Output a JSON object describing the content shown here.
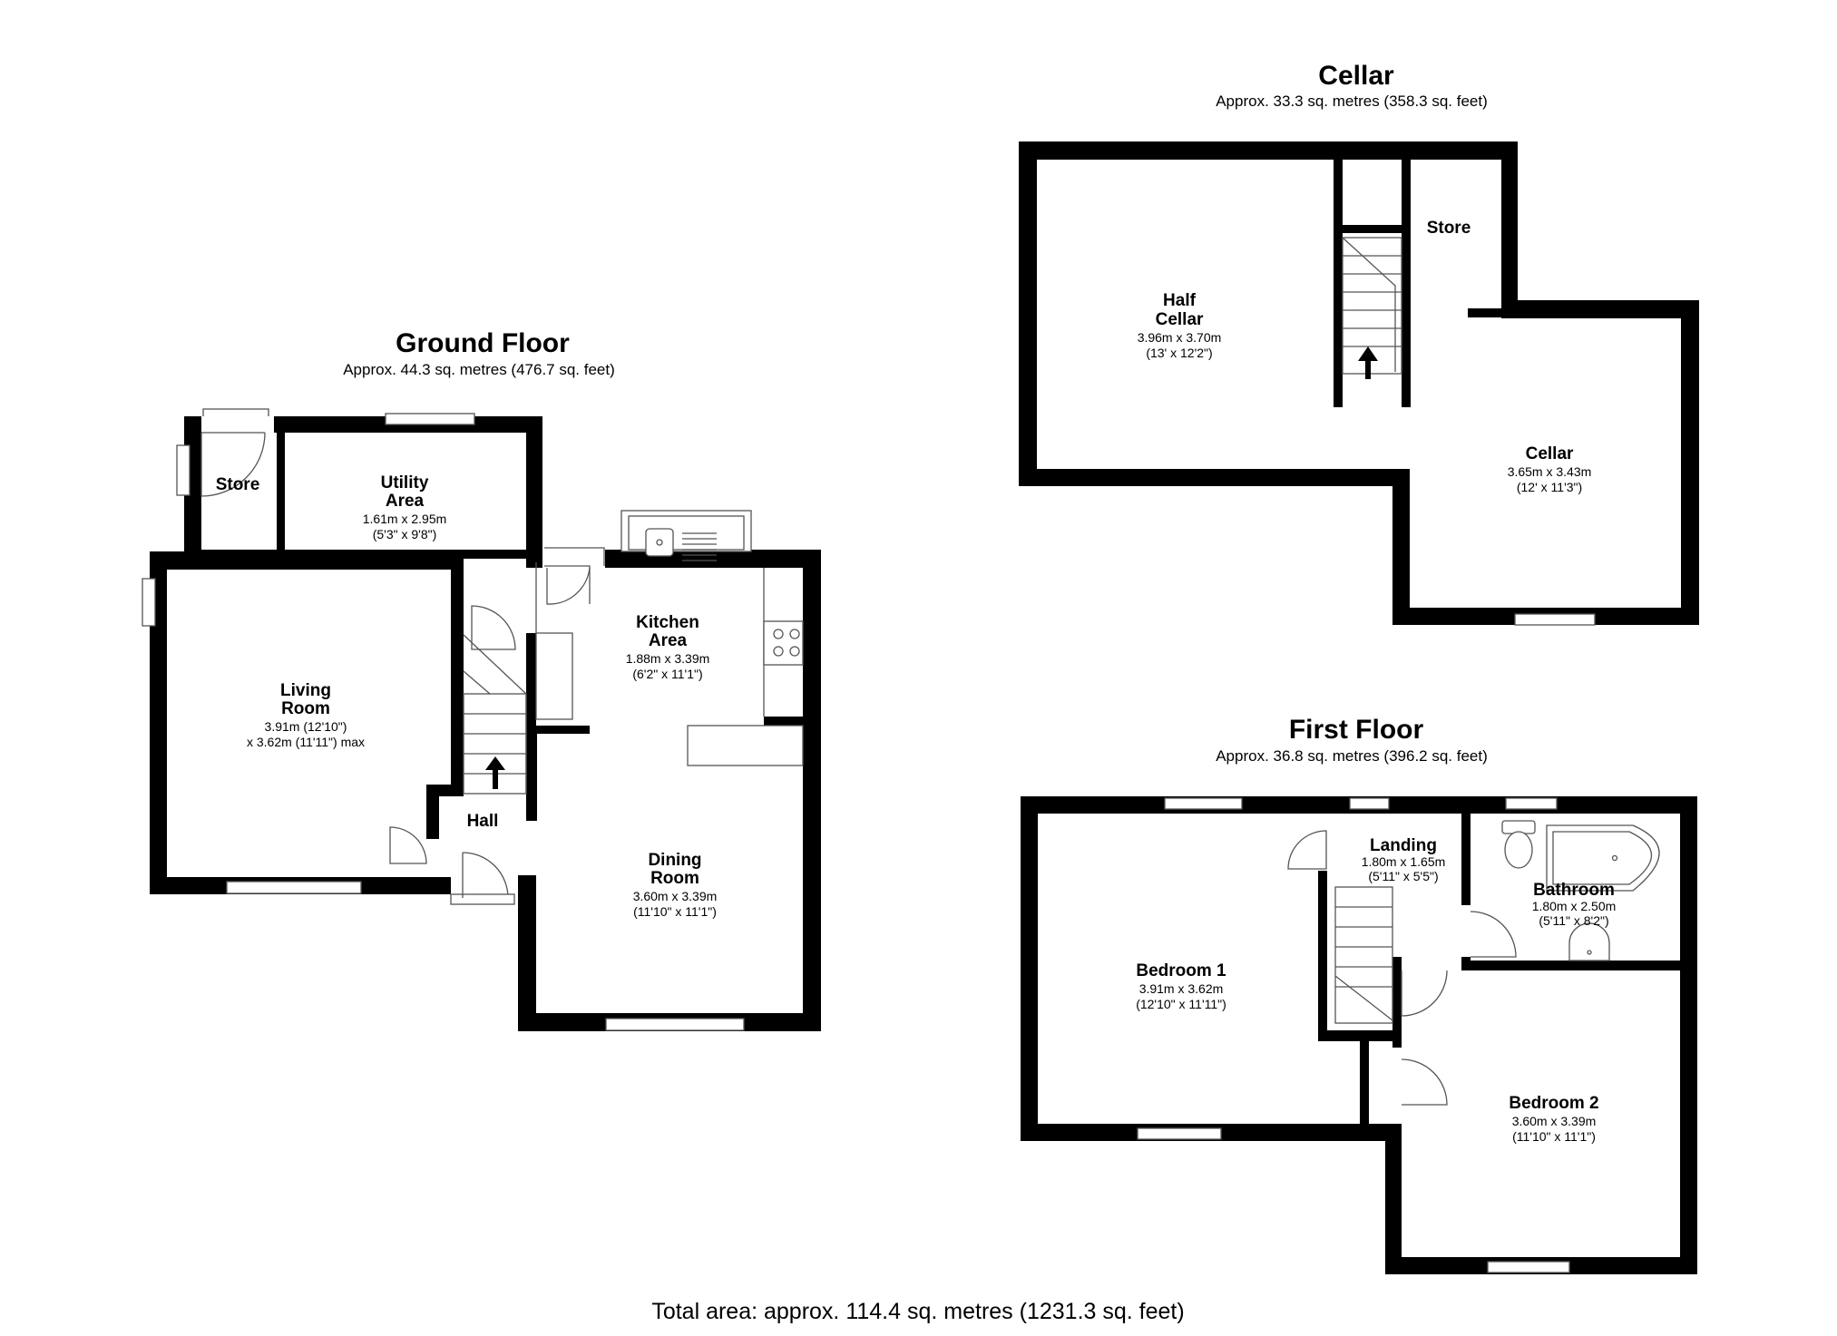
{
  "floors": {
    "ground": {
      "title": "Ground Floor",
      "area": "Approx. 44.3 sq. metres (476.7 sq. feet)",
      "rooms": {
        "store": {
          "name": "Store"
        },
        "utility": {
          "name_1": "Utility",
          "name_2": "Area",
          "dim_1": "1.61m x 2.95m",
          "dim_2": "(5'3\" x 9'8\")"
        },
        "kitchen": {
          "name_1": "Kitchen",
          "name_2": "Area",
          "dim_1": "1.88m x 3.39m",
          "dim_2": "(6'2\" x 11'1\")"
        },
        "living": {
          "name_1": "Living",
          "name_2": "Room",
          "dim_1": "3.91m (12'10\")",
          "dim_2": "x 3.62m (11'11\") max"
        },
        "hall": {
          "name": "Hall"
        },
        "dining": {
          "name_1": "Dining",
          "name_2": "Room",
          "dim_1": "3.60m x 3.39m",
          "dim_2": "(11'10\" x 11'1\")"
        }
      }
    },
    "cellar": {
      "title": "Cellar",
      "area": "Approx. 33.3 sq. metres (358.3 sq. feet)",
      "rooms": {
        "store": {
          "name": "Store"
        },
        "half_cellar": {
          "name_1": "Half",
          "name_2": "Cellar",
          "dim_1": "3.96m x 3.70m",
          "dim_2": "(13' x 12'2\")"
        },
        "cellar": {
          "name": "Cellar",
          "dim_1": "3.65m x 3.43m",
          "dim_2": "(12' x 11'3\")"
        }
      }
    },
    "first": {
      "title": "First Floor",
      "area": "Approx. 36.8 sq. metres (396.2 sq. feet)",
      "rooms": {
        "landing": {
          "name": "Landing",
          "dim_1": "1.80m x 1.65m",
          "dim_2": "(5'11\" x 5'5\")"
        },
        "bathroom": {
          "name": "Bathroom",
          "dim_1": "1.80m x 2.50m",
          "dim_2": "(5'11\" x 8'2\")"
        },
        "bedroom1": {
          "name": "Bedroom 1",
          "dim_1": "3.91m x 3.62m",
          "dim_2": "(12'10\" x 11'11\")"
        },
        "bedroom2": {
          "name": "Bedroom 2",
          "dim_1": "3.60m x 3.39m",
          "dim_2": "(11'10\" x 11'1\")"
        }
      }
    }
  },
  "total_area": "Total area: approx. 114.4 sq. metres (1231.3 sq. feet)",
  "colors": {
    "wall": "#000000",
    "background": "#ffffff",
    "fixture_line": "#555555"
  },
  "icons": [
    "stairs-up-arrow-icon",
    "sink-icon",
    "hob-icon",
    "bath-icon",
    "toilet-icon",
    "basin-icon",
    "door-swing-icon"
  ]
}
